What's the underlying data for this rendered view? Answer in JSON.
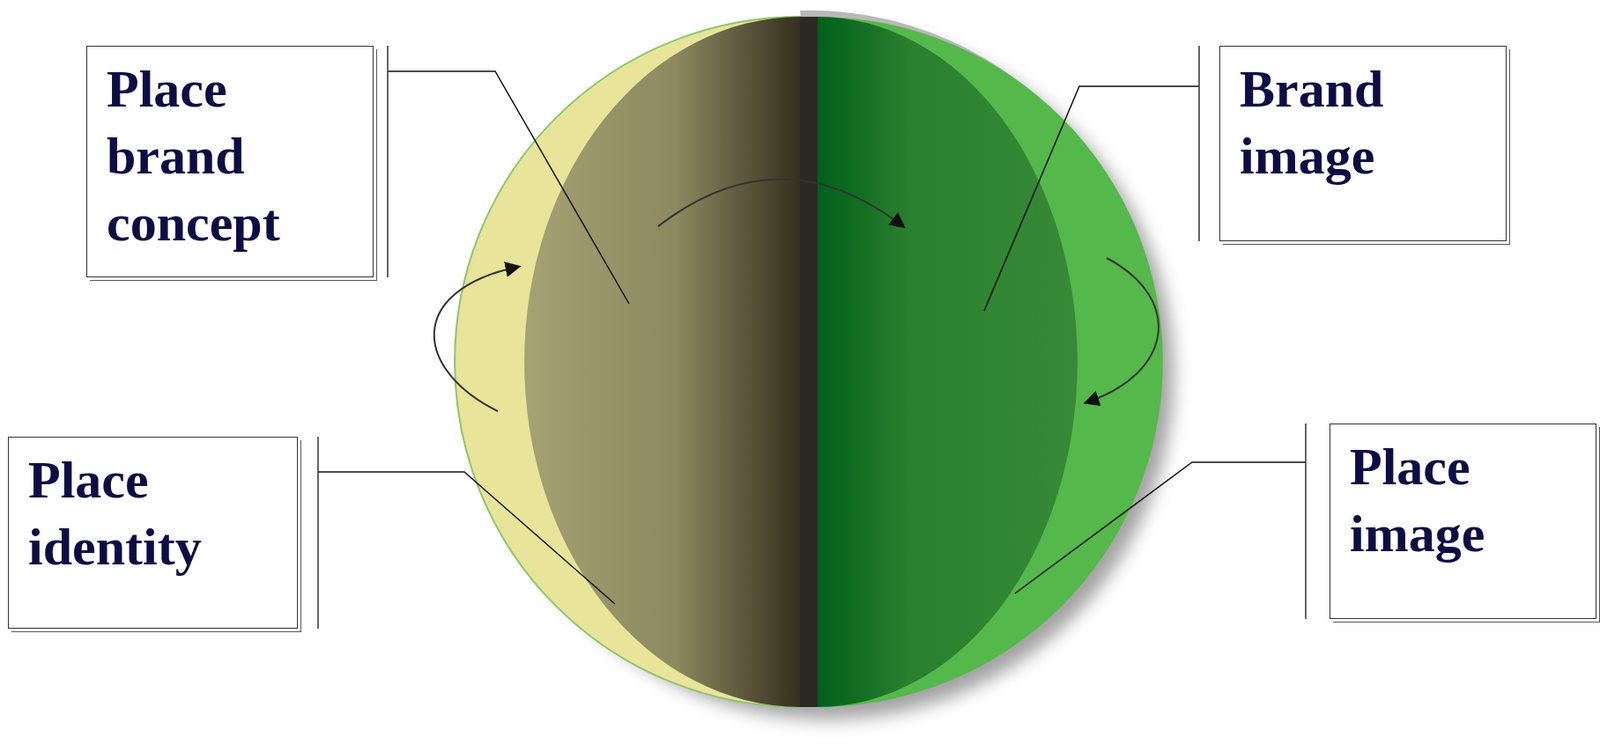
{
  "diagram": {
    "nodes": [
      {
        "text": [
          "Place brand concept"
        ]
      },
      {
        "text": [
          "Brand image"
        ]
      },
      {
        "text": [
          "Place identity"
        ]
      },
      {
        "text": [
          "Place image"
        ]
      }
    ]
  }
}
